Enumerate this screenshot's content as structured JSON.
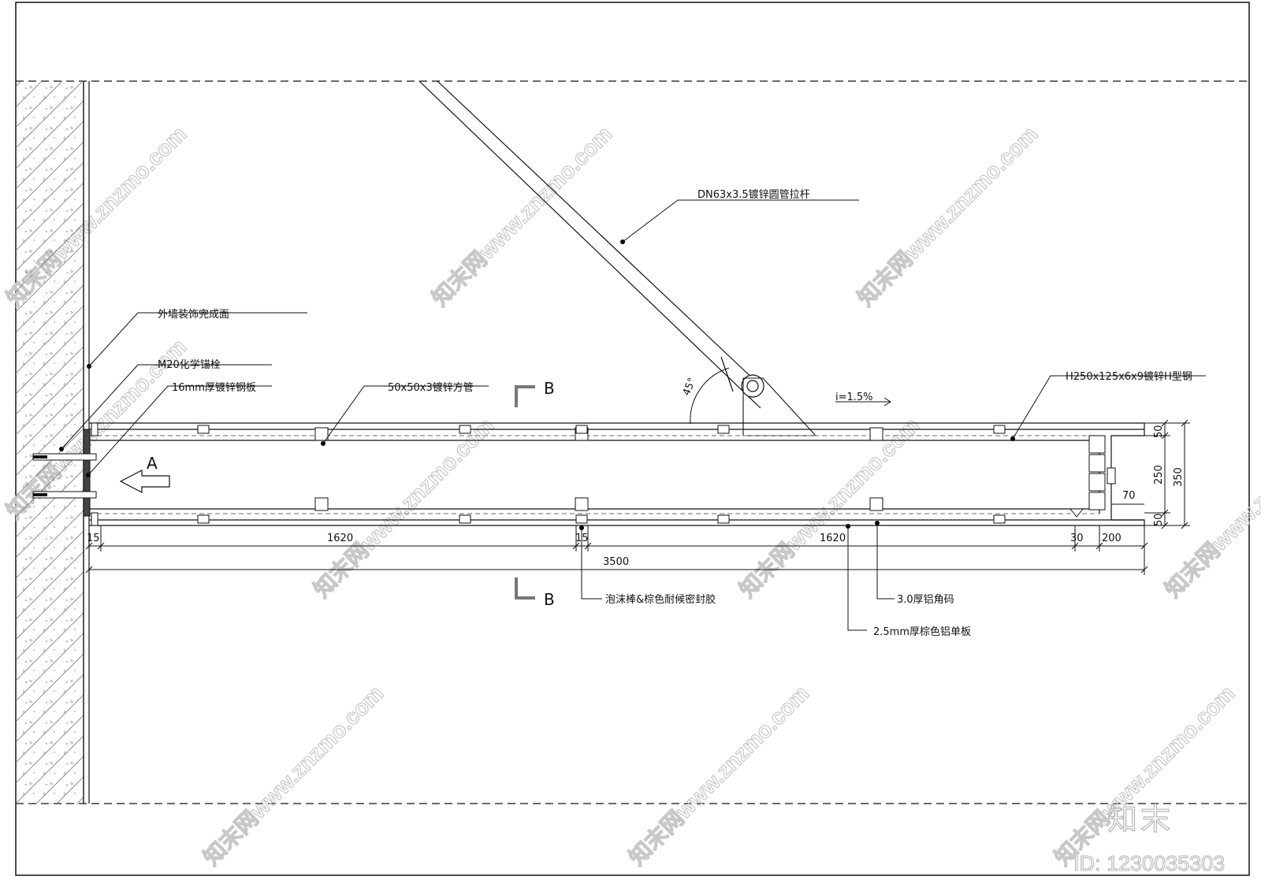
{
  "labels": {
    "finish_face": "外墙装饰完成面",
    "anchor_bolt": "M20化学锚栓",
    "steel_plate": "16mm厚镀锌钢板",
    "square_tube": "50x50x3镀锌方管",
    "tie_rod": "DN63x3.5镀锌圆管拉杆",
    "h_beam": "H250x125x6x9镀锌H型钢",
    "foam_sealant": "泡沫棒&棕色耐候密封胶",
    "aluminum_angle": "3.0厚铝角码",
    "aluminum_panel": "2.5mm厚棕色铝单板"
  },
  "annotations": {
    "angle": "45°",
    "slope": "i=1.5%",
    "section_mark": "B",
    "view_mark": "A"
  },
  "dimensions": {
    "d15_left": "15",
    "d1620_left": "1620",
    "d15_mid": "15",
    "d1620_right": "1620",
    "d30": "30",
    "d200": "200",
    "d3500": "3500",
    "d50_top": "50",
    "d250": "250",
    "d50_bottom": "50",
    "d350": "350",
    "d70": "70"
  },
  "watermark": {
    "site": "知末网www.znzmo.com",
    "brand": "知末",
    "id": "ID: 1230035303"
  },
  "colors": {
    "line": "#111111",
    "hatch": "#555555",
    "watermark": "#c8c8c8"
  }
}
